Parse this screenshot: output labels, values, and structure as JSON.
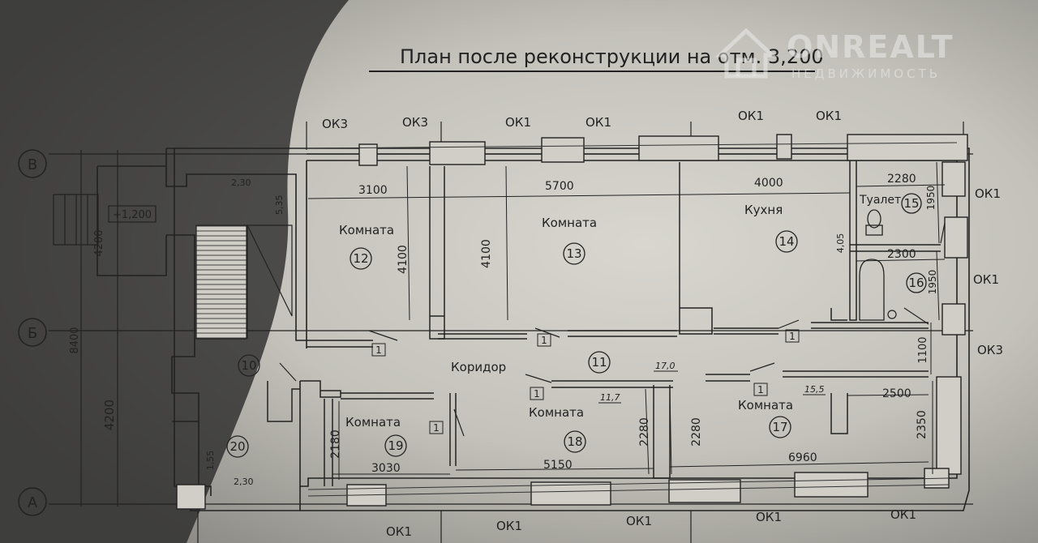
{
  "title": "План после реконструкции на отм. 3,200",
  "watermark": {
    "name": "ONREALT",
    "subtitle": "НЕДВИЖИМОСТЬ"
  },
  "axes": {
    "v": "В",
    "b": "Б",
    "a": "А"
  },
  "top_windows": [
    "ОК3",
    "ОК3",
    "ОК1",
    "ОК1",
    "ОК1",
    "ОК1"
  ],
  "right_windows": [
    "ОК1",
    "ОК1",
    "ОК3"
  ],
  "bottom_windows": [
    "ОК1",
    "ОК1",
    "ОК1",
    "ОК1",
    "ОК1"
  ],
  "overall_dims": {
    "total": "8400",
    "upper": "4200",
    "lower": "4200"
  },
  "stair_block": {
    "level": "+1,200",
    "w": "2,30",
    "h": "5,35"
  },
  "rooms": {
    "r12": {
      "name": "Комната",
      "num": "12",
      "w": "3100",
      "h": "4100"
    },
    "r13": {
      "name": "Комната",
      "num": "13",
      "w": "5700",
      "h": "4100"
    },
    "r14": {
      "name": "Кухня",
      "num": "14",
      "w": "4000",
      "h": "4,05"
    },
    "r15": {
      "name": "Туалет",
      "num": "15",
      "w": "2280",
      "h": "1950"
    },
    "r16": {
      "num": "16",
      "w": "2300",
      "h": "1950"
    },
    "r10": {
      "num": "10"
    },
    "r11": {
      "name": "Коридор",
      "num": "11",
      "area": "17,0",
      "h": "1100"
    },
    "r17": {
      "name": "Комната",
      "num": "17",
      "area": "15,5",
      "w": "6960",
      "w2": "2500",
      "h": "2350"
    },
    "r18": {
      "name": "Комната",
      "num": "18",
      "area": "11,7",
      "w": "5150",
      "h": "2280",
      "h2": "2280"
    },
    "r19": {
      "name": "Комната",
      "num": "19",
      "w": "3030",
      "h": "2180"
    },
    "r20": {
      "num": "20",
      "w": "2,30",
      "h": "1,55"
    }
  },
  "door_tag": "1"
}
